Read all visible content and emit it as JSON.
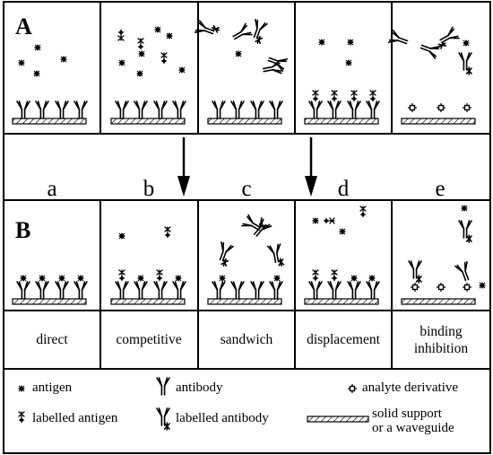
{
  "row_labels": {
    "a": "A",
    "b": "B"
  },
  "column_letters": [
    "a",
    "b",
    "c",
    "d",
    "e"
  ],
  "methods": [
    "direct",
    "competitive",
    "sandwich",
    "displacement",
    "binding inhibition"
  ],
  "legend": {
    "antigen": "antigen",
    "labelled_antigen": "labelled antigen",
    "antibody": "antibody",
    "labelled_antibody": "labelled antibody",
    "analyte_derivative": "analyte derivative",
    "support_line1": "solid support",
    "support_line2": "or a waveguide"
  }
}
